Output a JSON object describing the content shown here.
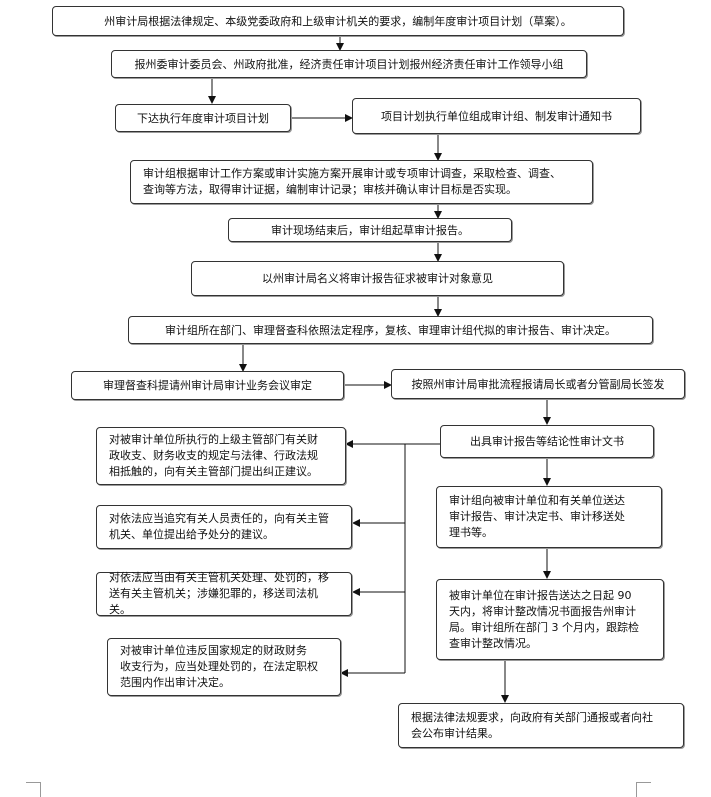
{
  "steps": {
    "s1": "州审计局根据法律规定、本级党委政府和上级审计机关的要求，编制年度审计项目计划（草案）。",
    "s2": "报州委审计委员会、州政府批准，经济责任审计项目计划报州经济责任审计工作领导小组",
    "s3": "下达执行年度审计项目计划",
    "s4": "项目计划执行单位组成审计组、制发审计通知书",
    "s5": "审计组根据审计工作方案或审计实施方案开展审计或专项审计调查，采取检查、调查、\n查询等方法，取得审计证据，编制审计记录；审核并确认审计目标是否实现。",
    "s6": "审计现场结束后，审计组起草审计报告。",
    "s7": "以州审计局名义将审计报告征求被审计对象意见",
    "s8": "审计组所在部门、审理督查科依照法定程序，复核、审理审计组代拟的审计报告、审计决定。",
    "s9": "审理督查科提请州审计局审计业务会议审定",
    "s10": "按照州审计局审批流程报请局长或者分管副局长签发",
    "s11": "出具审计报告等结论性审计文书",
    "l1": "对被审计单位所执行的上级主管部门有关财\n政收支、财务收支的规定与法律、行政法规\n相抵触的，向有关主管部门提出纠正建议。",
    "l2": "对依法应当追究有关人员责任的，向有关主管\n机关、单位提出给予处分的建议。",
    "l3": "对依法应当由有关主管机关处理、处罚的，移\n送有关主管机关；涉嫌犯罪的，移送司法机关。",
    "l4": "对被审计单位违反国家规定的财政财务\n收支行为，应当处理处罚的，在法定职权\n范围内作出审计决定。",
    "r1": "审计组向被审计单位和有关单位送达\n审计报告、审计决定书、审计移送处\n理书等。",
    "r2": "被审计单位在审计报告送达之日起 90\n天内，将审计整改情况书面报告州审计\n局。审计组所在部门 3 个月内，跟踪检\n查审计整改情况。",
    "r3": "根据法律法规要求，向政府有关部门通报或者向社\n会公布审计结果。"
  }
}
